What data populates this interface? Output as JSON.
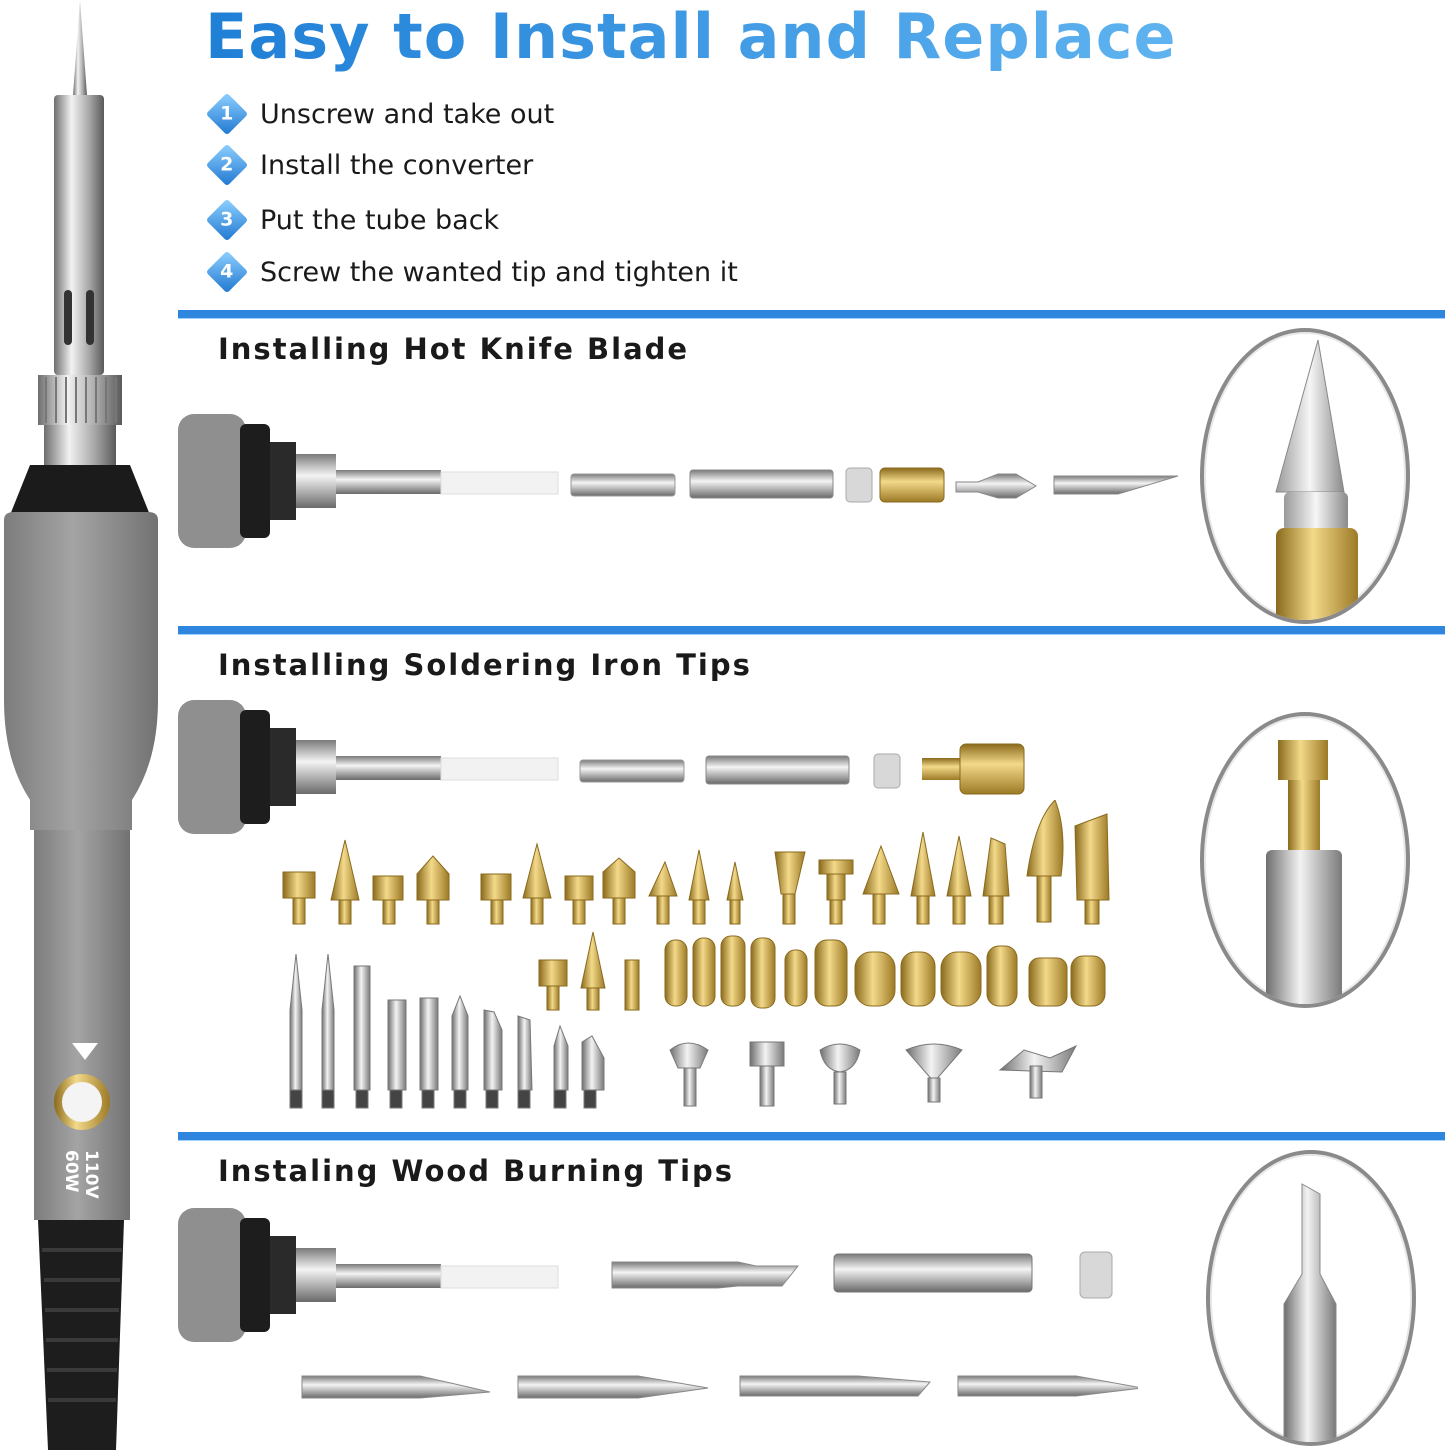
{
  "header": {
    "title": "Easy to Install and Replace"
  },
  "steps": [
    {
      "num": "1",
      "text": "Unscrew and take out"
    },
    {
      "num": "2",
      "text": "Install the converter"
    },
    {
      "num": "3",
      "text": "Put the tube back"
    },
    {
      "num": "4",
      "text": "Screw the wanted tip and tighten it"
    }
  ],
  "sections": [
    {
      "title": "Installing Hot Knife Blade"
    },
    {
      "title": "Installing Soldering Iron Tips"
    },
    {
      "title": "Instaling Wood Burning Tips"
    }
  ],
  "iron": {
    "voltage": "110V",
    "wattage": "60W"
  },
  "colors": {
    "accent": "#2e86de",
    "brass": "#d6b25a",
    "handle": "#8c8c8c"
  }
}
